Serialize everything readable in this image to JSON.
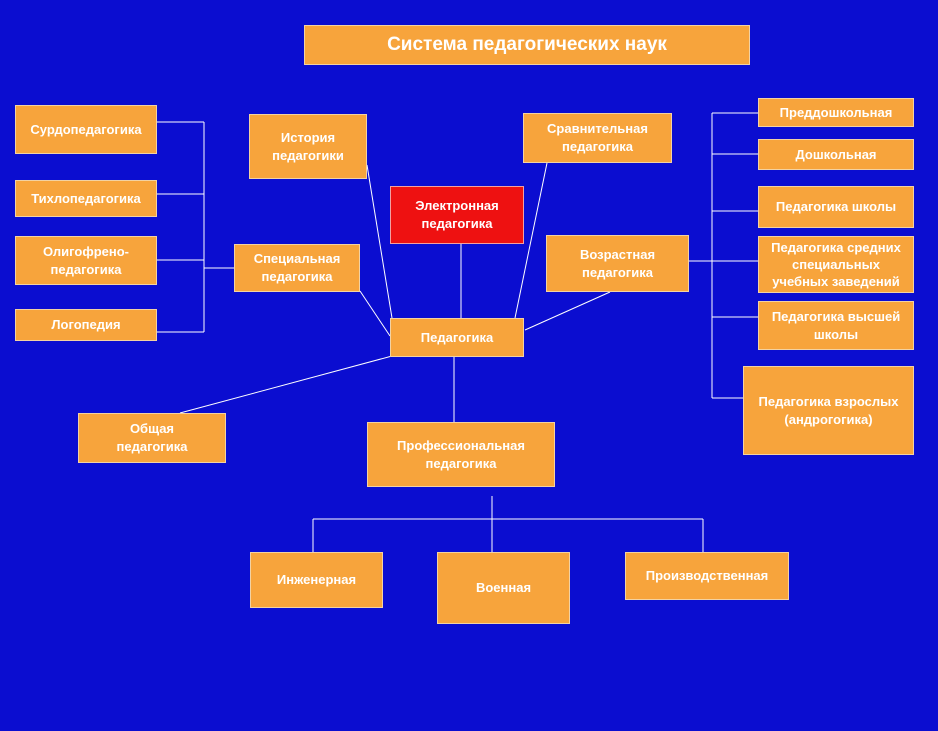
{
  "diagram": {
    "title": "Система педагогических наук",
    "nodes": {
      "pedagogika": "Педагогика",
      "elektronnaya": "Электронная\nпедагогика",
      "istoriya": "История\nпедагогики",
      "sravnitelnaya": "Сравнительная\nпедагогика",
      "vozrastnaya": "Возрастная\nпедагогика",
      "specialnaya": "Специальная\nпедагогика",
      "surdo": "Сурдопедагогика",
      "tiflo": "Тихлопедагогика",
      "oligo": "Олигофрено-\nпедагогика",
      "logo": "Логопедия",
      "obshaya": "Общая\nпедагогика",
      "professionalnaya": "Профессиональная\nпедагогика",
      "inzhenernaya": "Инженерная",
      "voennaya": "Военная",
      "proizvodstvennaya": "Производственная",
      "preddoshkolnaya": "Преддошкольная",
      "doshkolnaya": "Дошкольная",
      "shkoly": "Педагогика школы",
      "srednih": "Педагогика средних\nспециальных\nучебных заведений",
      "vysshey": "Педагогика высшей\nшколы",
      "vzroslyh": "Педагогика взрослых\n(андрогогика)"
    }
  },
  "colors": {
    "background": "#0b0dd0",
    "box": "#f7a43c",
    "highlight": "#ee1111",
    "line": "#ffffff"
  }
}
